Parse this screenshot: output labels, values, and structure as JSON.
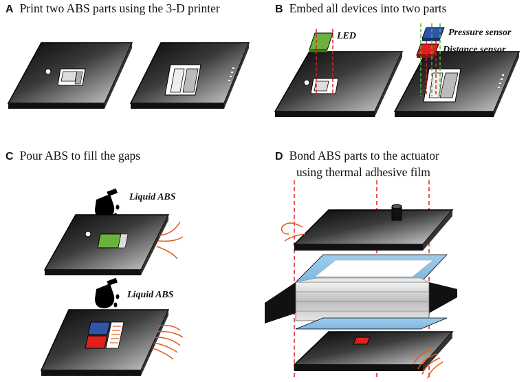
{
  "panels": {
    "A": {
      "letter": "A",
      "title": "Print two ABS parts using the 3-D printer"
    },
    "B": {
      "letter": "B",
      "title": "Embed all devices into two parts"
    },
    "C": {
      "letter": "C",
      "title": "Pour ABS to fill the gaps"
    },
    "D": {
      "letter": "D",
      "title_line1": "Bond ABS parts to the actuator",
      "title_line2": "using thermal adhesive film"
    }
  },
  "labels": {
    "led": "LED",
    "pressure_sensor": "Pressure sensor",
    "distance_sensor": "Distance sensor",
    "liquid_abs_1": "Liquid ABS",
    "liquid_abs_2": "Liquid ABS"
  },
  "colors": {
    "led_green": "#69b33c",
    "pressure_blue": "#2e55a8",
    "distance_red": "#e0201b",
    "film_blue": "#8fc3e6",
    "wire_orange": "#e05a1e",
    "guide_red": "#e02020",
    "guide_green": "#5cb030"
  }
}
